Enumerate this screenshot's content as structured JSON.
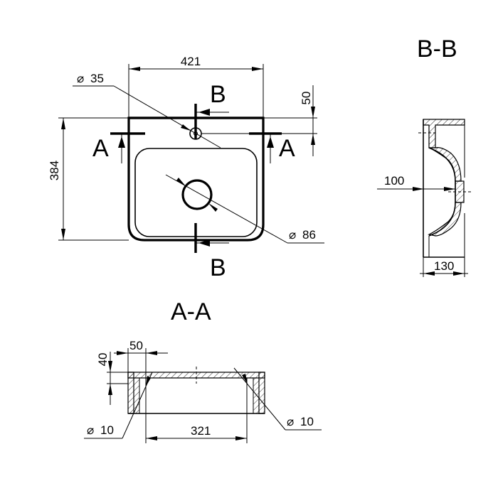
{
  "plan_view": {
    "width_dim": "421",
    "height_dim": "384",
    "tap_hole_dim": "35",
    "tap_offset_dim": "50",
    "drain_dim": "86",
    "diameter_symbol": "⌀"
  },
  "section_marks": {
    "a": "A",
    "b": "B"
  },
  "section_aa": {
    "title": "A-A",
    "rim_height_dim": "40",
    "rim_width_dim": "50",
    "inner_width_dim": "321",
    "radius_left_dim": "10",
    "radius_right_dim": "10",
    "diameter_symbol": "⌀"
  },
  "section_bb": {
    "title": "B-B",
    "depth_dim": "100",
    "height_dim": "130"
  }
}
